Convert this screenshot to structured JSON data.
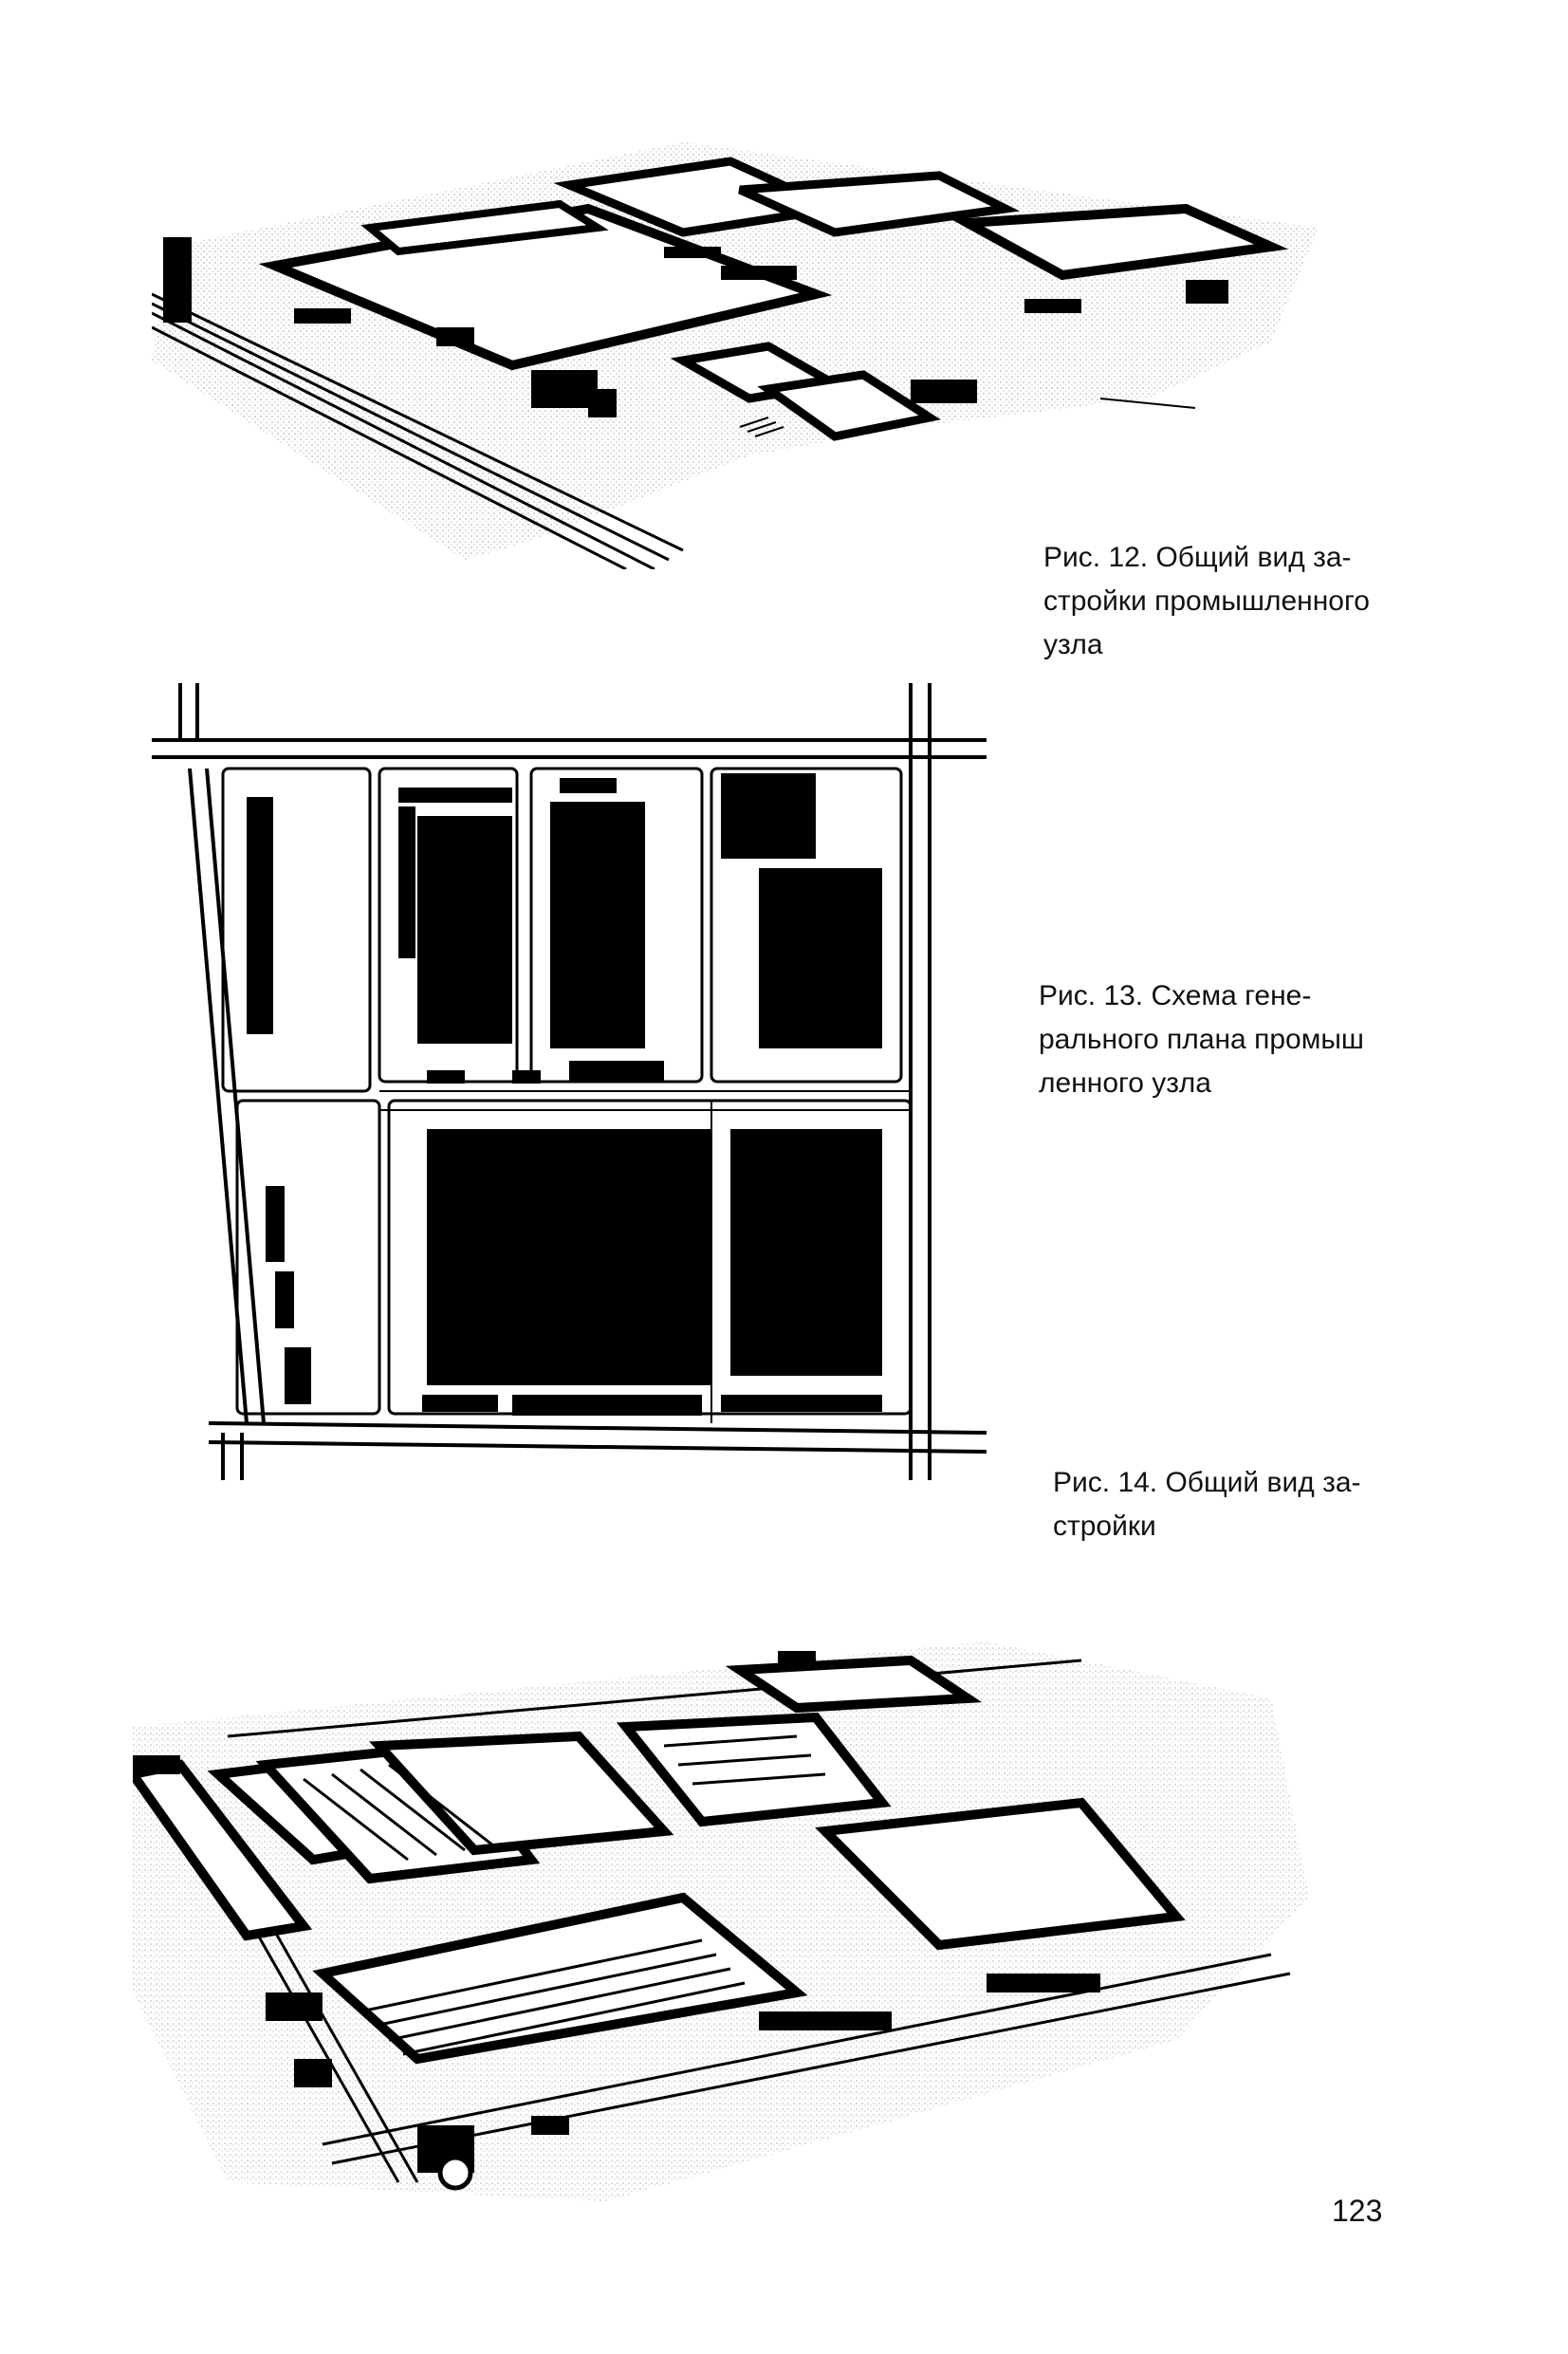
{
  "figures": [
    {
      "id": "fig12",
      "caption_lines": [
        "Рис. 12. Общий вид за-",
        "стройки промышленного",
        "узла"
      ]
    },
    {
      "id": "fig13",
      "caption_lines": [
        "Рис. 13. Схема гене-",
        "рального плана промыш",
        "ленного узла"
      ]
    },
    {
      "id": "fig14",
      "caption_lines": [
        "Рис. 14. Общий вид за-",
        "стройки"
      ]
    }
  ],
  "page_number": "123"
}
